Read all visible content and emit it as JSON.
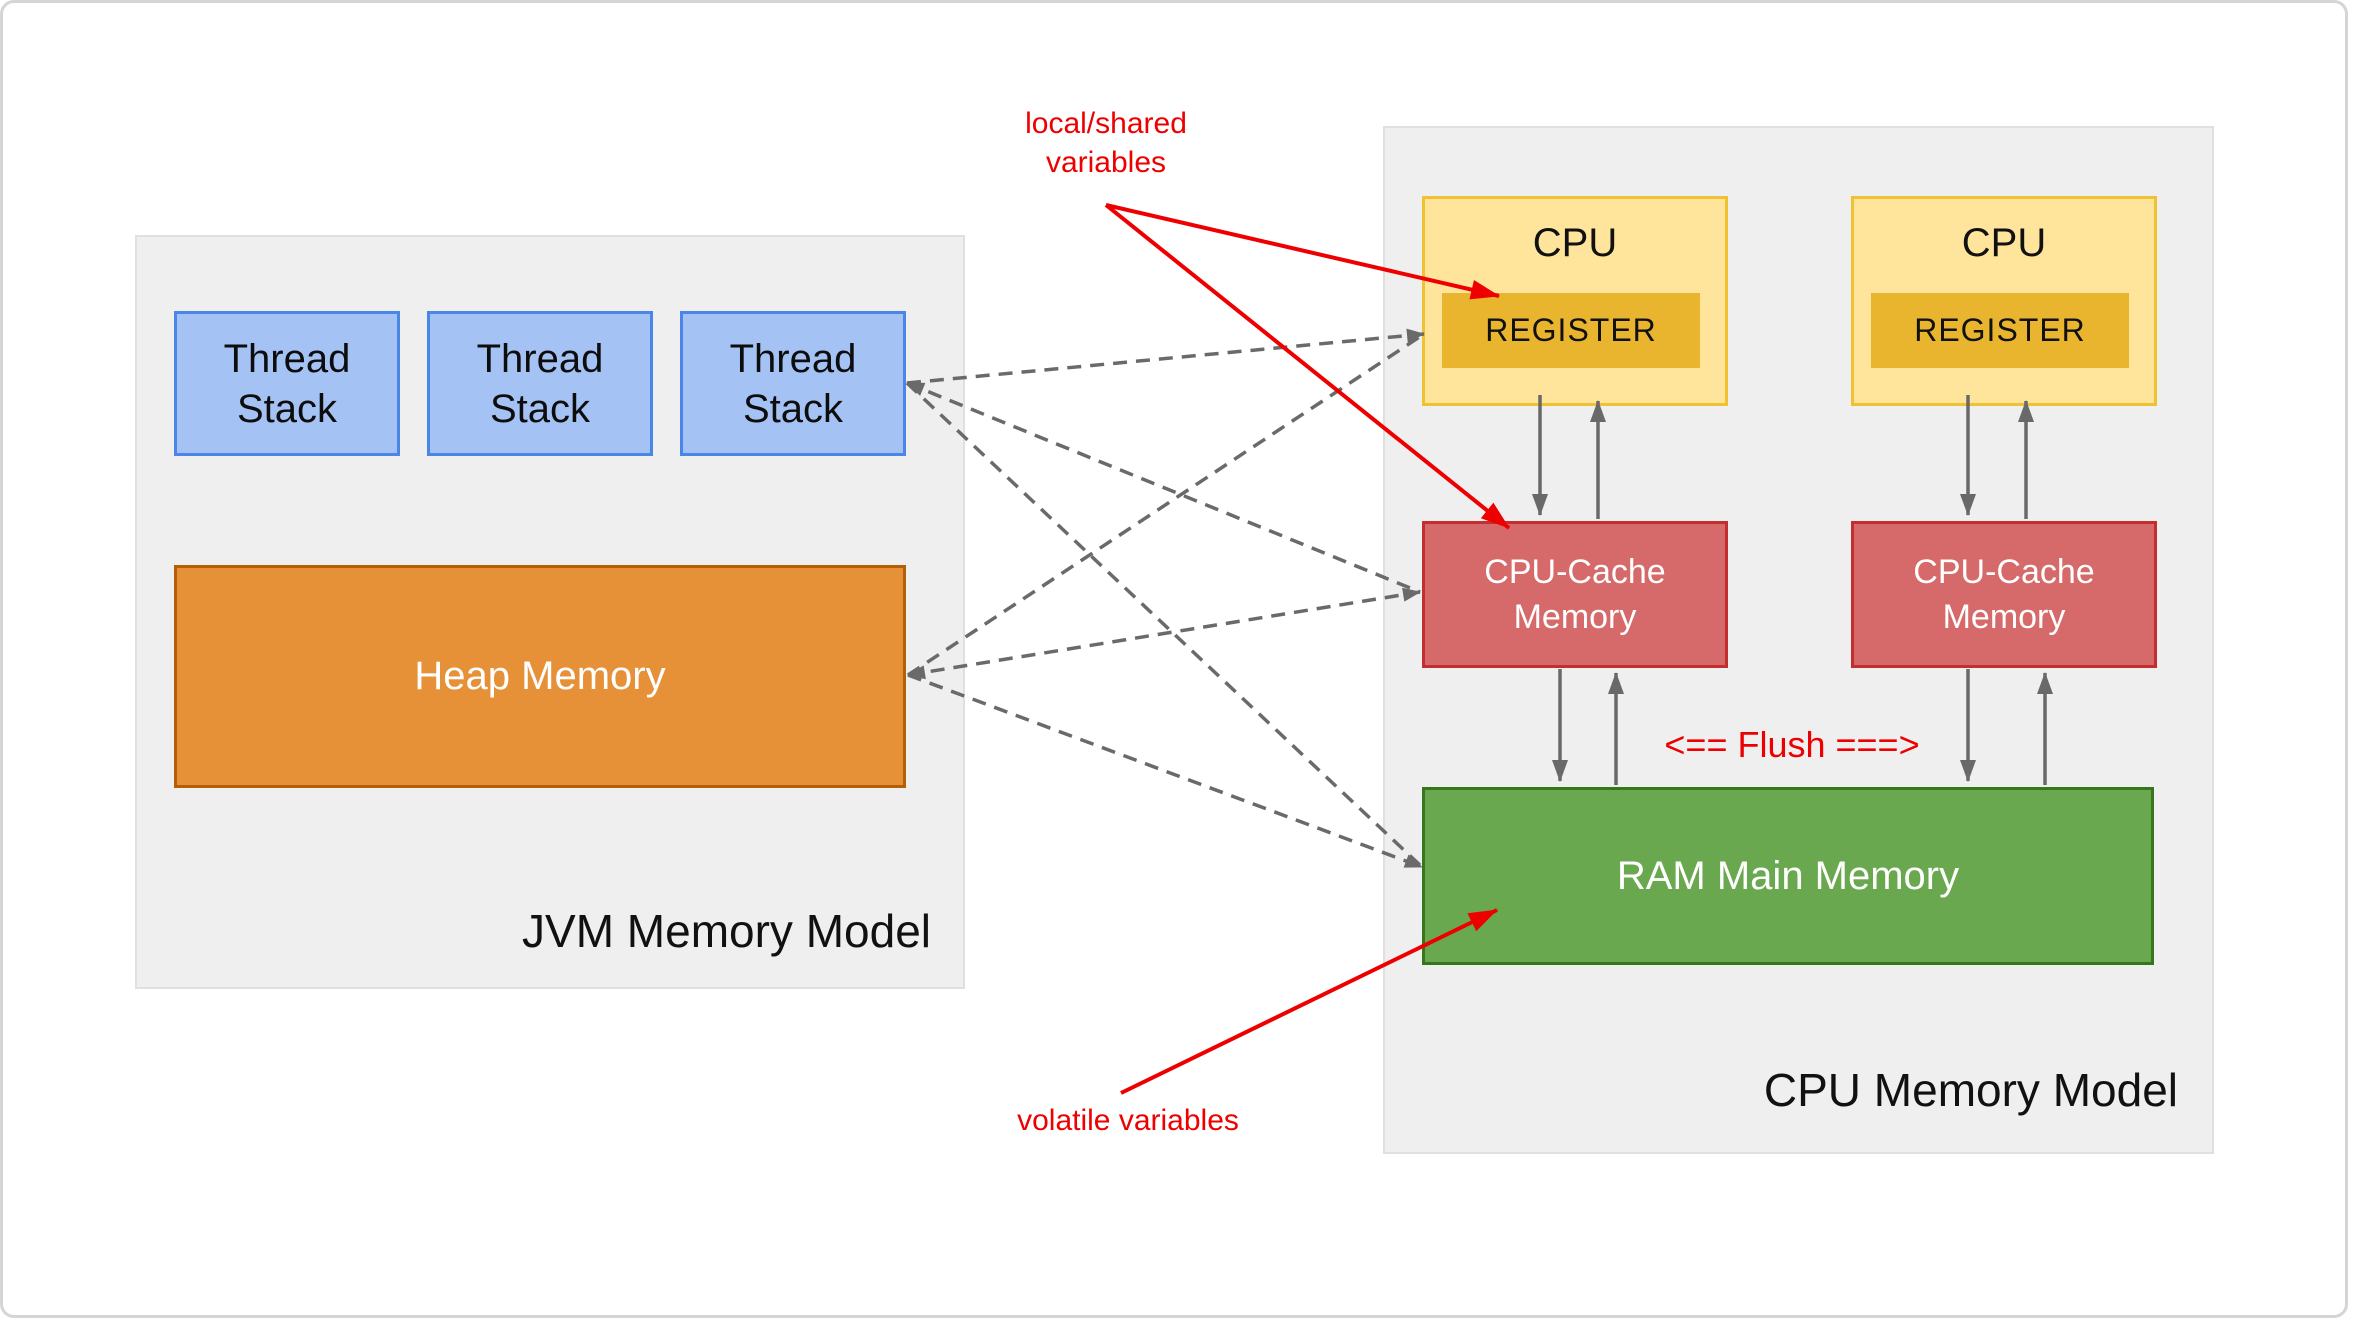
{
  "diagram": {
    "jvm": {
      "title": "JVM Memory Model",
      "thread_stacks": [
        {
          "label": "Thread Stack"
        },
        {
          "label": "Thread Stack"
        },
        {
          "label": "Thread Stack"
        }
      ],
      "heap_label": "Heap Memory"
    },
    "cpu": {
      "title": "CPU Memory Model",
      "units": [
        {
          "name": "CPU",
          "register_label": "REGISTER",
          "cache_label": "CPU-Cache Memory"
        },
        {
          "name": "CPU",
          "register_label": "REGISTER",
          "cache_label": "CPU-Cache Memory"
        }
      ],
      "ram_label": "RAM Main Memory",
      "flush_label": "<== Flush ===>"
    },
    "annotations": {
      "local_shared": "local/shared variables",
      "volatile": "volatile variables"
    },
    "colors": {
      "thread_fill": "#a4c2f4",
      "thread_border": "#4a86e8",
      "heap_fill": "#e69138",
      "heap_border": "#b45f06",
      "cpu_fill": "#ffe49c",
      "cpu_border": "#f0c232",
      "register_fill": "#e9b52e",
      "cache_fill": "#d66a6a",
      "cache_border": "#c32e2e",
      "ram_fill": "#6aa84f",
      "ram_border": "#38761d",
      "panel_fill": "#efefef",
      "connector_gray": "#6a6a6a",
      "annotation_red": "#ee0000"
    }
  }
}
